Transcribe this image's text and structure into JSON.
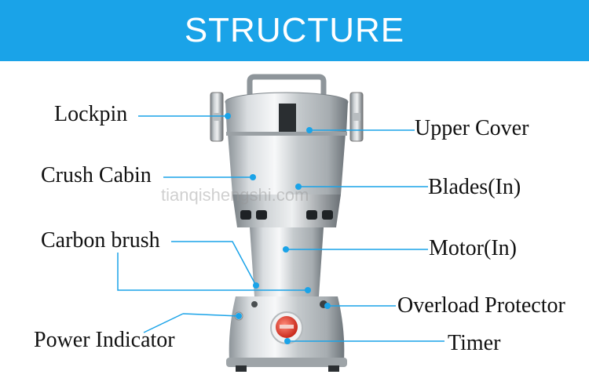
{
  "header": {
    "title": "STRUCTURE",
    "background": "#1aa3e8"
  },
  "labels": {
    "lockpin": "Lockpin",
    "crush_cabin": "Crush Cabin",
    "carbon_brush": "Carbon brush",
    "power_indicator": "Power Indicator",
    "upper_cover": "Upper Cover",
    "blades": "Blades(In)",
    "motor": "Motor(In)",
    "overload_protector": "Overload Protector",
    "timer": "Timer"
  },
  "watermark": "tianqishengshi.com",
  "colors": {
    "leader_line": "#1aa3e8",
    "label_text": "#111111",
    "indicator_red": "#e53b2c"
  }
}
